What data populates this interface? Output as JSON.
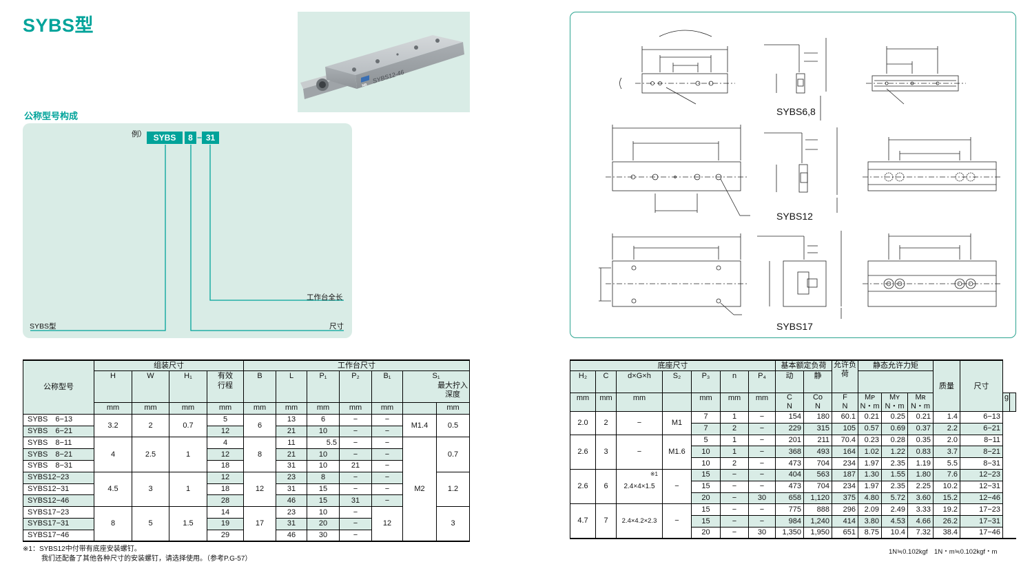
{
  "title": "SYBS型",
  "code_section": {
    "heading": "公称型号构成",
    "example_label": "例）",
    "chip_model": "SYBS",
    "chip_size": "8",
    "chip_length": "31",
    "label_length": "工作台全长",
    "label_size": "尺寸",
    "label_model": "SYBS型"
  },
  "photo_label": "SYBS12-46",
  "photo_brand": "NB",
  "drawings": {
    "view1_label": "SYBS6,8",
    "view2_label": "SYBS12",
    "view3_label": "SYBS17"
  },
  "left_table": {
    "group_assembly": "组装尺寸",
    "group_table": "工作台尺寸",
    "h_model": "公称型号",
    "h_H": "H",
    "h_W": "W",
    "h_H1": "H₁",
    "h_stroke": "有效行程",
    "h_B": "B",
    "h_L": "L",
    "h_P1": "P₁",
    "h_P2": "P₂",
    "h_B1": "B₁",
    "h_S1": "S₁",
    "h_depth": "最大拧入深度",
    "unit": "mm",
    "r01": {
      "model": "SYBS　6−13",
      "stroke": "5",
      "L": "13",
      "P1": "6",
      "P2": "−",
      "B1": "−"
    },
    "r02": {
      "model": "SYBS　6−21",
      "stroke": "12",
      "L": "21",
      "P1": "10",
      "P2": "−",
      "B1": "−"
    },
    "r03": {
      "model": "SYBS　8−11",
      "stroke": "4",
      "L": "11",
      "P1": "5.5",
      "P2": "−",
      "B1": "−"
    },
    "r04": {
      "model": "SYBS　8−21",
      "stroke": "12",
      "L": "21",
      "P1": "10",
      "P2": "−",
      "B1": "−"
    },
    "r05": {
      "model": "SYBS　8−31",
      "stroke": "18",
      "L": "31",
      "P1": "10",
      "P2": "21",
      "B1": "−"
    },
    "r06": {
      "model": "SYBS12−23",
      "stroke": "12",
      "L": "23",
      "P1": "8",
      "P2": "−",
      "B1": "−"
    },
    "r07": {
      "model": "SYBS12−31",
      "stroke": "18",
      "L": "31",
      "P1": "15",
      "P2": "−",
      "B1": "−"
    },
    "r08": {
      "model": "SYBS12−46",
      "stroke": "28",
      "L": "46",
      "P1": "15",
      "P2": "31",
      "B1": "−"
    },
    "r09": {
      "model": "SYBS17−23",
      "stroke": "14",
      "L": "23",
      "P1": "10",
      "P2": "−"
    },
    "r10": {
      "model": "SYBS17−31",
      "stroke": "19",
      "L": "31",
      "P1": "20",
      "P2": "−"
    },
    "r11": {
      "model": "SYBS17−46",
      "stroke": "29",
      "L": "46",
      "P1": "30",
      "P2": "−"
    },
    "g6": {
      "H": "3.2",
      "W": "2",
      "H1": "0.7",
      "B": "6",
      "S1": "M1.4",
      "depth": "0.5"
    },
    "g8": {
      "H": "4",
      "W": "2.5",
      "H1": "1",
      "B": "8",
      "depth": "0.7"
    },
    "g12": {
      "H": "4.5",
      "W": "3",
      "H1": "1",
      "B": "12",
      "S1": "M2",
      "depth": "1.2"
    },
    "g17": {
      "H": "8",
      "W": "5",
      "H1": "1.5",
      "B": "17",
      "B1": "12",
      "depth": "3"
    }
  },
  "right_table": {
    "group_base": "底座尺寸",
    "group_load": "基本额定负荷",
    "h_allow": "允许负荷",
    "group_moment": "静态允许力矩",
    "h_H2": "H₂",
    "h_C": "C",
    "h_dGh": "d×G×h",
    "h_S2": "S₂",
    "h_P3": "P₃",
    "h_n": "n",
    "h_P4": "P₄",
    "h_dyn": "动",
    "h_sta": "静",
    "h_mass": "质量",
    "h_size": "尺寸",
    "h_C_sym": "C",
    "h_Co": "Co",
    "h_F": "F",
    "h_MP": "Mᴘ",
    "h_MY": "Mʏ",
    "h_MR": "Mʀ",
    "h_g": "g",
    "unit_mm": "mm",
    "unit_N": "N",
    "unit_Nm": "N・m",
    "note_mark": "※1",
    "r01": {
      "P3": "7",
      "n": "1",
      "P4": "−",
      "C": "154",
      "Co": "180",
      "F": "60.1",
      "MP": "0.21",
      "MY": "0.25",
      "MR": "0.21",
      "mass": "1.4",
      "size": "6−13"
    },
    "r02": {
      "P3": "7",
      "n": "2",
      "P4": "−",
      "C": "229",
      "Co": "315",
      "F": "105",
      "MP": "0.57",
      "MY": "0.69",
      "MR": "0.37",
      "mass": "2.2",
      "size": "6−21"
    },
    "r03": {
      "P3": "5",
      "n": "1",
      "P4": "−",
      "C": "201",
      "Co": "211",
      "F": "70.4",
      "MP": "0.23",
      "MY": "0.28",
      "MR": "0.35",
      "mass": "2.0",
      "size": "8−11"
    },
    "r04": {
      "P3": "10",
      "n": "1",
      "P4": "−",
      "C": "368",
      "Co": "493",
      "F": "164",
      "MP": "1.02",
      "MY": "1.22",
      "MR": "0.83",
      "mass": "3.7",
      "size": "8−21"
    },
    "r05": {
      "P3": "10",
      "n": "2",
      "P4": "−",
      "C": "473",
      "Co": "704",
      "F": "234",
      "MP": "1.97",
      "MY": "2.35",
      "MR": "1.19",
      "mass": "5.5",
      "size": "8−31"
    },
    "r06": {
      "P3": "15",
      "n": "−",
      "P4": "−",
      "C": "404",
      "Co": "563",
      "F": "187",
      "MP": "1.30",
      "MY": "1.55",
      "MR": "1.80",
      "mass": "7.6",
      "size": "12−23"
    },
    "r07": {
      "P3": "15",
      "n": "−",
      "P4": "−",
      "C": "473",
      "Co": "704",
      "F": "234",
      "MP": "1.97",
      "MY": "2.35",
      "MR": "2.25",
      "mass": "10.2",
      "size": "12−31"
    },
    "r08": {
      "P3": "20",
      "n": "−",
      "P4": "30",
      "C": "658",
      "Co": "1,120",
      "F": "375",
      "MP": "4.80",
      "MY": "5.72",
      "MR": "3.60",
      "mass": "15.2",
      "size": "12−46"
    },
    "r09": {
      "P3": "15",
      "n": "−",
      "P4": "−",
      "C": "775",
      "Co": "888",
      "F": "296",
      "MP": "2.09",
      "MY": "2.49",
      "MR": "3.33",
      "mass": "19.2",
      "size": "17−23"
    },
    "r10": {
      "P3": "15",
      "n": "−",
      "P4": "−",
      "C": "984",
      "Co": "1,240",
      "F": "414",
      "MP": "3.80",
      "MY": "4.53",
      "MR": "4.66",
      "mass": "26.2",
      "size": "17−31"
    },
    "r11": {
      "P3": "20",
      "n": "−",
      "P4": "30",
      "C": "1,350",
      "Co": "1,950",
      "F": "651",
      "MP": "8.75",
      "MY": "10.4",
      "MR": "7.32",
      "mass": "38.4",
      "size": "17−46"
    },
    "g6": {
      "H2": "2.0",
      "C": "2",
      "dGh": "−",
      "S2": "M1"
    },
    "g8": {
      "H2": "2.6",
      "C": "3",
      "dGh": "−",
      "S2": "M1.6"
    },
    "g12": {
      "H2": "2.6",
      "C": "6",
      "dGh": "2.4×4×1.5",
      "S2": "−"
    },
    "g17": {
      "H2": "4.7",
      "C": "7",
      "dGh": "2.4×4.2×2.3",
      "S2": "−"
    }
  },
  "footnote1": "※1：SYBS12中付带有底座安装螺钉。",
  "footnote2": "我们还配备了其他各种尺寸的安装螺钉，请选择使用。（参考P.G-57）",
  "conversion": "1N≒0.102kgf　1N・m≒0.102kgf・m"
}
